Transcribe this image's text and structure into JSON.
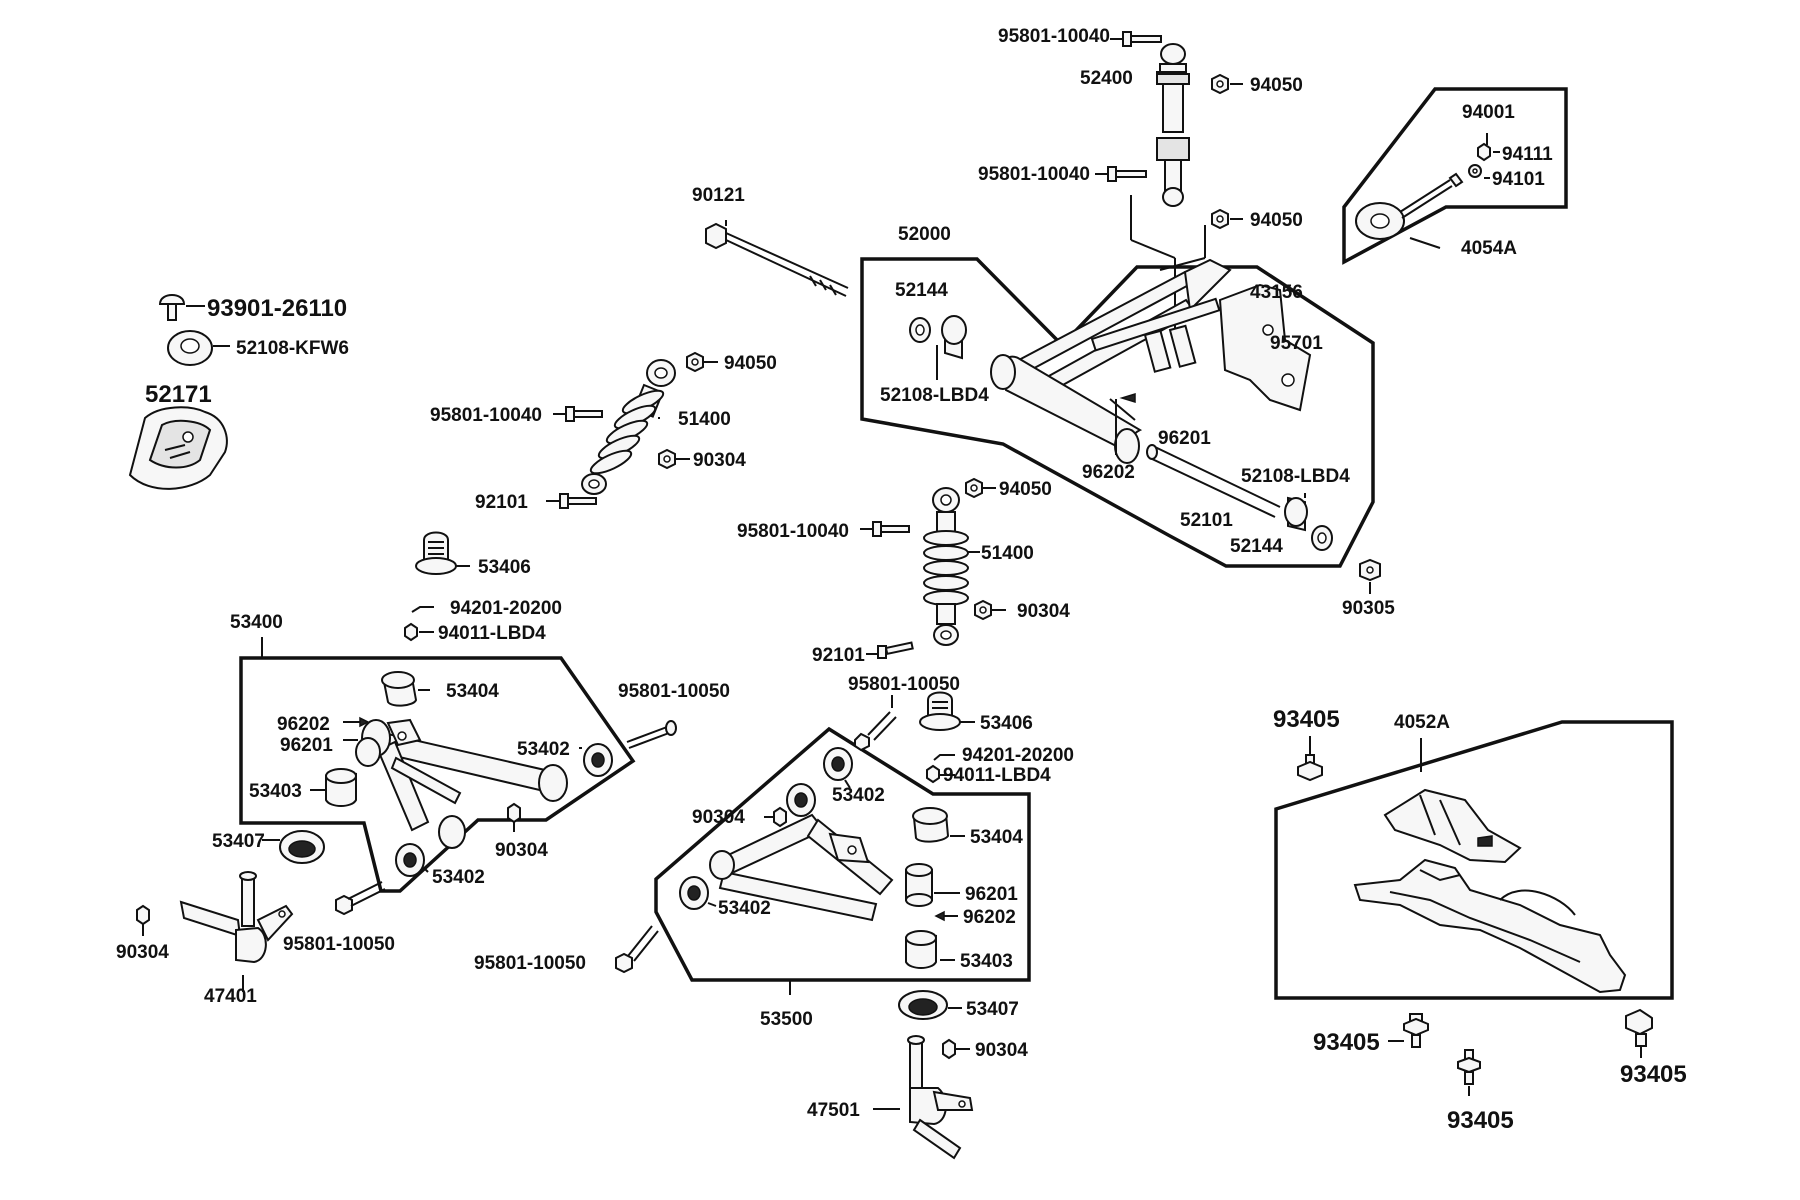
{
  "labels": {
    "p95801_10040_a": "95801-10040",
    "p52400": "52400",
    "p94050_a": "94050",
    "p95801_10040_b": "95801-10040",
    "p94050_b": "94050",
    "p94001": "94001",
    "p94111": "94111",
    "p94101": "94101",
    "p4054A": "4054A",
    "p90121": "90121",
    "p52000": "52000",
    "p52144_a": "52144",
    "p43156": "43156",
    "p95701": "95701",
    "p52108_LBD4_a": "52108-LBD4",
    "p96201_a": "96201",
    "p96202_a": "96202",
    "p52108_LBD4_b": "52108-LBD4",
    "p52101": "52101",
    "p52144_b": "52144",
    "p90305": "90305",
    "p93901_26110": "93901-26110",
    "p52108_KFW6": "52108-KFW6",
    "p52171": "52171",
    "p94050_c": "94050",
    "p95801_10040_c": "95801-10040",
    "p51400_a": "51400",
    "p90304_a": "90304",
    "p92101_a": "92101",
    "p94050_d": "94050",
    "p95801_10040_d": "95801-10040",
    "p51400_b": "51400",
    "p90304_b": "90304",
    "p92101_b": "92101",
    "p53406_a": "53406",
    "p94201_20200_a": "94201-20200",
    "p94011_LBD4_a": "94011-LBD4",
    "p53400": "53400",
    "p53404_a": "53404",
    "p95801_10050_a": "95801-10050",
    "p96202_b": "96202",
    "p96201_b": "96201",
    "p53402_a": "53402",
    "p53403_a": "53403",
    "p90304_c": "90304",
    "p53407_a": "53407",
    "p53402_b": "53402",
    "p90304_d": "90304",
    "p95801_10050_b": "95801-10050",
    "p47401": "47401",
    "p95801_10050_c": "95801-10050",
    "p53406_b": "53406",
    "p94201_20200_b": "94201-20200",
    "p94011_LBD4_b": "94011-LBD4",
    "p90304_e": "90304",
    "p53402_c": "53402",
    "p53404_b": "53404",
    "p96201_c": "96201",
    "p53402_d": "53402",
    "p96202_c": "96202",
    "p95801_10050_d": "95801-10050",
    "p53403_b": "53403",
    "p53500": "53500",
    "p53407_b": "53407",
    "p90304_f": "90304",
    "p47501": "47501",
    "p93405_a": "93405",
    "p4052A": "4052A",
    "p93405_b": "93405",
    "p93405_c": "93405",
    "p93405_d": "93405"
  }
}
